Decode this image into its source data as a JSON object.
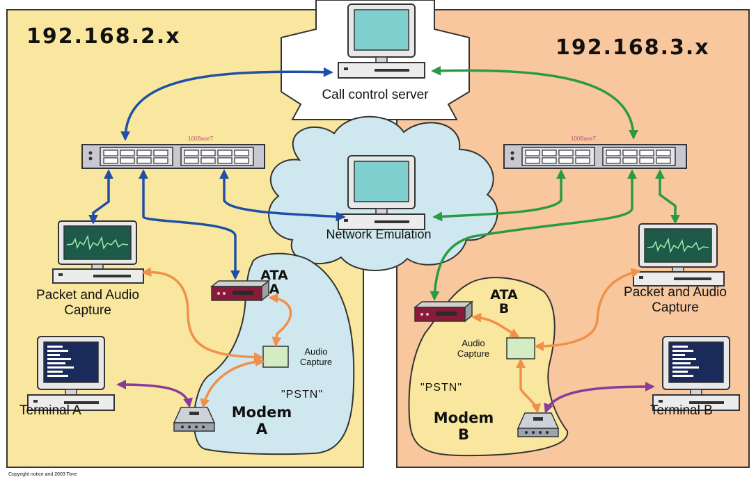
{
  "left_subnet": {
    "label": "192.168.2.x",
    "color": "#f9e79f"
  },
  "right_subnet": {
    "label": "192.168.3.x",
    "color": "#f8c79d"
  },
  "cloud_color": "#cfe8ef",
  "pstn_color": "#cfe8ef",
  "server": {
    "label": "Call control server"
  },
  "emulator": {
    "label": "Network Emulation"
  },
  "switch_label": "100BaseT",
  "capture_left": {
    "line1": "Packet and Audio",
    "line2": "Capture"
  },
  "capture_right": {
    "line1": "Packet and Audio",
    "line2": "Capture"
  },
  "ata_a": {
    "line1": "ATA",
    "line2": "A"
  },
  "ata_b": {
    "line1": "ATA",
    "line2": "B"
  },
  "audio_left": {
    "line1": "Audio",
    "line2": "Capture"
  },
  "audio_right": {
    "line1": "Audio",
    "line2": "Capture"
  },
  "pstn_left": "\"PSTN\"",
  "pstn_right": "\"PSTN\"",
  "modem_a": {
    "line1": "Modem",
    "line2": "A"
  },
  "modem_b": {
    "line1": "Modem",
    "line2": "B"
  },
  "terminal_a": "Terminal A",
  "terminal_b": "Terminal B",
  "footer": "Copyright notice and 2003 Tone",
  "link_colors": {
    "blue": "#1f4fa8",
    "green": "#2a9a44",
    "orange": "#f0904a",
    "purple": "#8a3a9a"
  }
}
